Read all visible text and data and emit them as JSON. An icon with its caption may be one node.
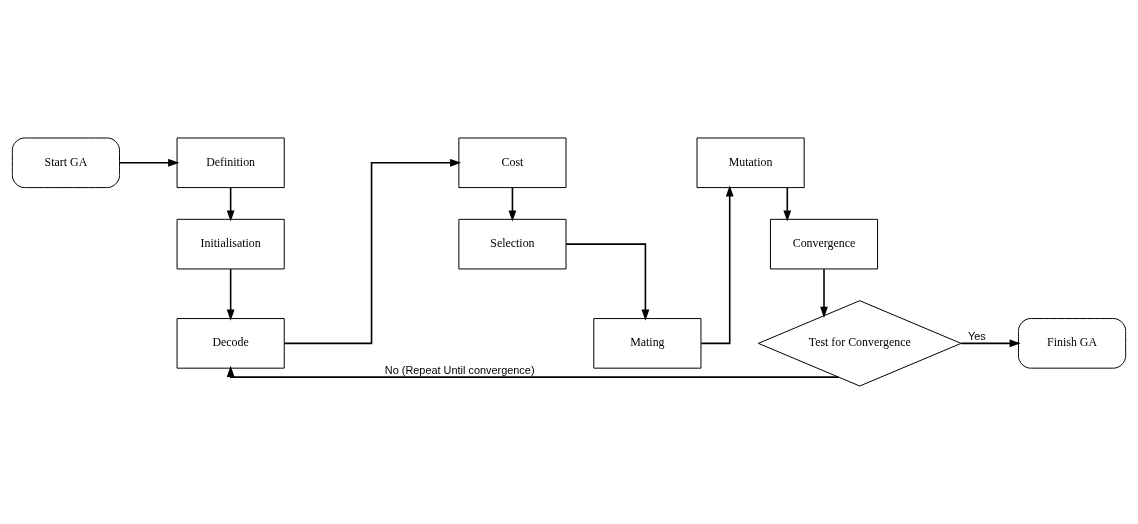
{
  "diagram": {
    "nodes": [
      {
        "text": [
          "Start GA"
        ]
      },
      {
        "text": [
          "Definition"
        ]
      },
      {
        "text": [
          "Initialisation"
        ]
      },
      {
        "text": [
          "Decode"
        ]
      },
      {
        "text": [
          "Cost"
        ]
      },
      {
        "text": [
          "Selection"
        ]
      },
      {
        "text": [
          "Mating"
        ]
      },
      {
        "text": [
          "Mutation"
        ]
      },
      {
        "text": [
          "Convergence"
        ]
      },
      {
        "text": [
          "Test for Convergence"
        ]
      },
      {
        "text": [
          "Finish GA"
        ]
      }
    ],
    "edges": [
      {
        "from": 0,
        "to": 1,
        "arrow": "to"
      },
      {
        "from": 1,
        "to": 2,
        "arrow": "to"
      },
      {
        "from": 2,
        "to": 3,
        "arrow": "to"
      },
      {
        "from": 3,
        "to": 4,
        "arrow": "to"
      },
      {
        "from": 4,
        "to": 5,
        "arrow": "to"
      },
      {
        "from": 5,
        "to": 6,
        "arrow": "to"
      },
      {
        "from": 6,
        "to": 7,
        "arrow": "to"
      },
      {
        "from": 7,
        "to": 8,
        "arrow": "to"
      },
      {
        "from": 8,
        "to": 9,
        "arrow": "to"
      },
      {
        "from": 9,
        "to": 3,
        "arrow": "to",
        "label": "No (Repeat Until convergence)"
      },
      {
        "from": 9,
        "to": 10,
        "arrow": "to",
        "label": "Yes"
      }
    ]
  }
}
